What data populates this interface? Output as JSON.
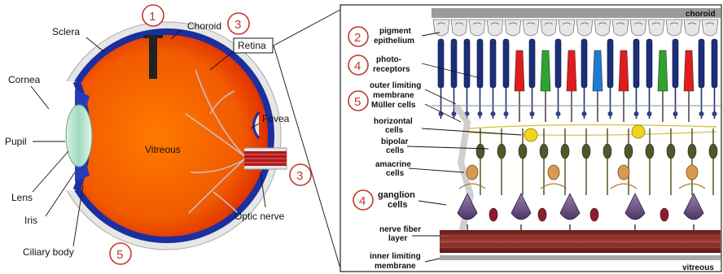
{
  "eye": {
    "labels": {
      "sclera": "Sclera",
      "choroid": "Choroid",
      "retina": "Retina",
      "cornea": "Cornea",
      "pupil": "Pupil",
      "vitreous": "Vitreous",
      "fovea": "Fovea",
      "lens": "Lens",
      "iris": "Iris",
      "ciliary_body": "Ciliary body",
      "optic_nerve": "Optic nerve"
    },
    "markers": {
      "top": "1",
      "choroid": "3",
      "optic_nerve": "3",
      "ciliary_body": "5"
    }
  },
  "retina_detail": {
    "top_label": "choroid",
    "bottom_label": "vitreous",
    "layers": {
      "pigment_1": "pigment",
      "pigment_2": "epithelium",
      "photo_1": "photo-",
      "photo_2": "receptors",
      "olm_1": "outer limiting",
      "olm_2": "membrane",
      "muller": "Müller cells",
      "horiz_1": "horizontal",
      "horiz_2": "cells",
      "bipolar_1": "bipolar",
      "bipolar_2": "cells",
      "amacrine_1": "amacrine",
      "amacrine_2": "cells",
      "ganglion_1": "ganglion",
      "ganglion_2": "cells",
      "nfl_1": "nerve fiber",
      "nfl_2": "layer",
      "ilm_1": "inner limiting",
      "ilm_2": "membrane"
    },
    "markers": {
      "pigment": "2",
      "photoreceptors": "4",
      "muller": "5",
      "ganglion": "4"
    }
  }
}
